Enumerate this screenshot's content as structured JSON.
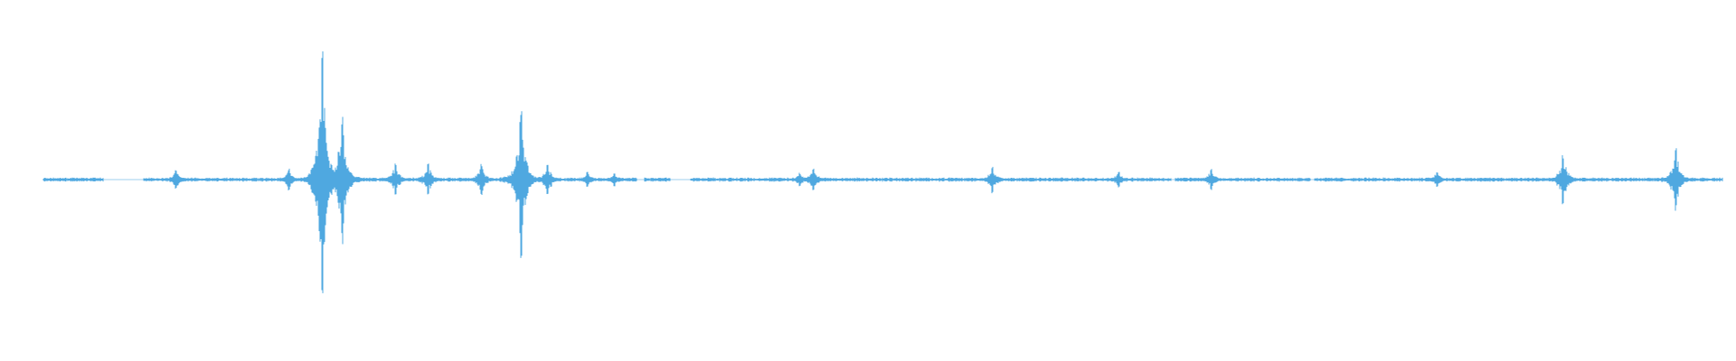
{
  "waveform": {
    "color": "#4fa8e0",
    "background": "#ffffff",
    "style": "symmetric amplitude waveform",
    "peaks": [
      {
        "t": 0.2,
        "amp": 0.07
      },
      {
        "t": 0.37,
        "amp": 0.08
      },
      {
        "t": 0.42,
        "amp": 0.99
      },
      {
        "t": 0.45,
        "amp": 0.48
      },
      {
        "t": 0.53,
        "amp": 0.12
      },
      {
        "t": 0.58,
        "amp": 0.12
      },
      {
        "t": 0.66,
        "amp": 0.12
      },
      {
        "t": 0.72,
        "amp": 0.58
      },
      {
        "t": 0.76,
        "amp": 0.12
      },
      {
        "t": 0.82,
        "amp": 0.06
      },
      {
        "t": 0.86,
        "amp": 0.05
      },
      {
        "t": 1.14,
        "amp": 0.05
      },
      {
        "t": 1.16,
        "amp": 0.09
      },
      {
        "t": 1.43,
        "amp": 0.1
      },
      {
        "t": 1.62,
        "amp": 0.06
      },
      {
        "t": 1.76,
        "amp": 0.08
      },
      {
        "t": 2.1,
        "amp": 0.06
      },
      {
        "t": 2.29,
        "amp": 0.18
      },
      {
        "t": 2.46,
        "amp": 0.23
      }
    ],
    "duration": 2.53,
    "gaps": [
      [
        0.09,
        0.15
      ],
      [
        0.895,
        0.905
      ],
      [
        0.945,
        0.975
      ],
      [
        1.7,
        1.705
      ],
      [
        1.91,
        1.915
      ]
    ]
  }
}
